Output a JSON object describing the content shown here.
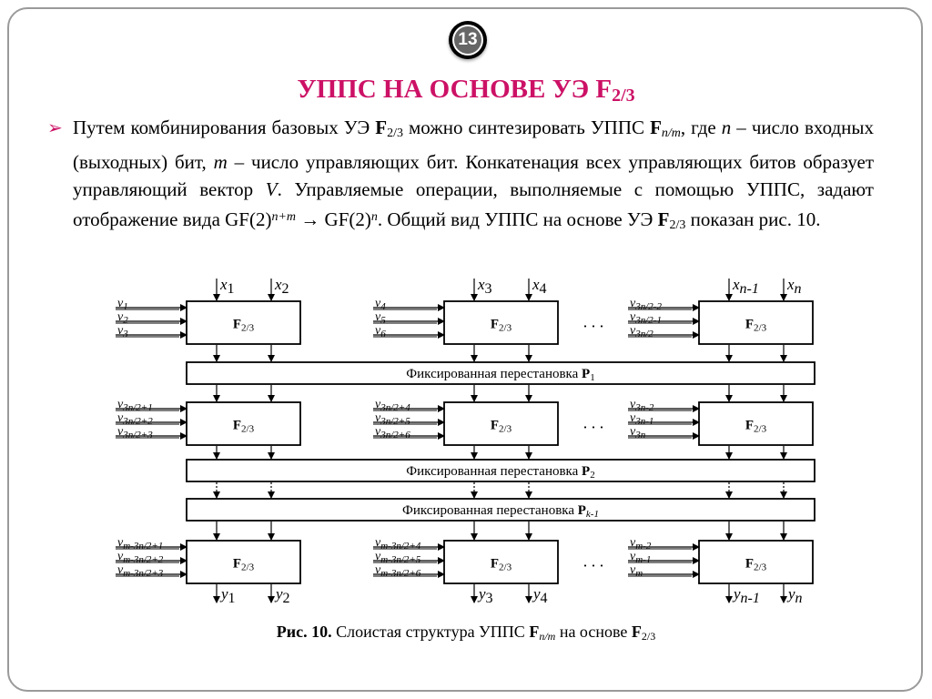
{
  "slide": {
    "number": "13",
    "title": "УППС НА ОСНОВЕ УЭ F",
    "title_sub": "2/3"
  },
  "paragraph": {
    "t1": "Путем комбинирования базовых УЭ ",
    "b1": "F",
    "s1": "2/3",
    "t2": " можно синтезировать УППС ",
    "b2": "F",
    "s2": "n/m",
    "t3": ", где ",
    "i1": "n",
    "t4": " – число входных (выходных) бит, ",
    "i2": "m",
    "t5": " – число управляющих бит. Конкатенация всех управляющих битов образует управляющий вектор ",
    "i3": "V",
    "t6": ". Управляемые операции, выполняемые с помощью УППС, задают отображение вида GF(2)",
    "sup1": "n+m",
    "t7": " → GF(2)",
    "sup2": "n",
    "t8": ". Общий вид УППС на основе УЭ ",
    "b3": "F",
    "s3": "2/3",
    "t9": " показан рис. 10."
  },
  "diagram": {
    "block_label": "F",
    "block_sub": "2/3",
    "dots": ". . .",
    "permutations": [
      {
        "text": "Фиксированная перестановка ",
        "bold": "P",
        "sub": "1"
      },
      {
        "text": "Фиксированная перестановка ",
        "bold": "P",
        "sub": "2"
      },
      {
        "text": "Фиксированная перестановка ",
        "bold": "P",
        "sub": "k-1"
      }
    ],
    "inputs": [
      {
        "v": "x",
        "s": "1"
      },
      {
        "v": "x",
        "s": "2"
      },
      {
        "v": "x",
        "s": "3"
      },
      {
        "v": "x",
        "s": "4"
      },
      {
        "v": "x",
        "s": "n-1"
      },
      {
        "v": "x",
        "s": "n"
      }
    ],
    "outputs": [
      {
        "v": "y",
        "s": "1"
      },
      {
        "v": "y",
        "s": "2"
      },
      {
        "v": "y",
        "s": "3"
      },
      {
        "v": "y",
        "s": "4"
      },
      {
        "v": "y",
        "s": "n-1"
      },
      {
        "v": "y",
        "s": "n"
      }
    ],
    "controls": [
      [
        [
          "1",
          "2",
          "3"
        ],
        [
          "4",
          "5",
          "6"
        ],
        [
          "3n/2-2",
          "3n/2-1",
          "3n/2"
        ]
      ],
      [
        [
          "3n/2+1",
          "3n/2+2",
          "3n/2+3"
        ],
        [
          "3n/2+4",
          "3n/2+5",
          "3n/2+6"
        ],
        [
          "3n-2",
          "3n-1",
          "3n"
        ]
      ],
      [
        [
          "m-3n/2+1",
          "m-3n/2+2",
          "m-3n/2+3"
        ],
        [
          "m-3n/2+4",
          "m-3n/2+5",
          "m-3n/2+6"
        ],
        [
          "m-2",
          "m-1",
          "m"
        ]
      ]
    ],
    "control_var": "v"
  },
  "caption": {
    "label": "Рис. 10.",
    "text": " Слоистая структура УППС ",
    "b1": "F",
    "s1": "n/m",
    "text2": " на основе ",
    "b2": "F",
    "s2": "2/3"
  }
}
